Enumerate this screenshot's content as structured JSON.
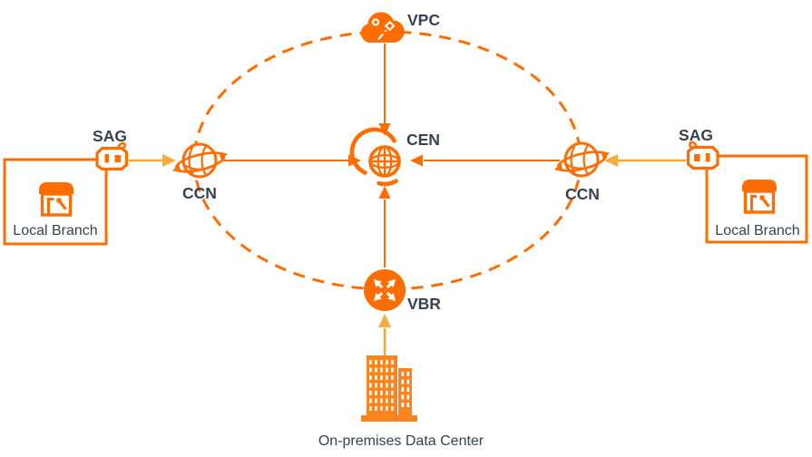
{
  "colors": {
    "accent_orange": "#FF6C00",
    "arrow_amber": "#FBA32A",
    "label_dark": "#36424F",
    "background": "#FFFFFF"
  },
  "nodes": {
    "vpc": {
      "label": "VPC",
      "icon": "cloud-icon"
    },
    "cen": {
      "label": "CEN",
      "icon": "globe-sync-icon"
    },
    "ccn_left": {
      "label": "CCN",
      "icon": "planet-ring-icon"
    },
    "ccn_right": {
      "label": "CCN",
      "icon": "planet-ring-icon"
    },
    "sag_left": {
      "label": "SAG",
      "icon": "gateway-box-icon"
    },
    "sag_right": {
      "label": "SAG",
      "icon": "gateway-box-icon"
    },
    "vbr": {
      "label": "VBR",
      "icon": "router-icon"
    },
    "branch_left": {
      "label": "Local Branch",
      "icon": "store-icon"
    },
    "branch_right": {
      "label": "Local Branch",
      "icon": "store-icon"
    },
    "datacenter": {
      "label": "On-premises Data Center",
      "icon": "building-icon"
    }
  },
  "edges": [
    {
      "from": "VPC",
      "to": "CEN",
      "style": "solid-orange-arrow"
    },
    {
      "from": "CCN (left)",
      "to": "CEN",
      "style": "solid-orange-arrow"
    },
    {
      "from": "CCN (right)",
      "to": "CEN",
      "style": "solid-orange-arrow"
    },
    {
      "from": "VBR",
      "to": "CEN",
      "style": "solid-orange-arrow"
    },
    {
      "from": "SAG (left)",
      "to": "CCN (left)",
      "style": "solid-amber-arrow"
    },
    {
      "from": "SAG (right)",
      "to": "CCN (right)",
      "style": "solid-amber-arrow"
    },
    {
      "from": "On-premises Data Center",
      "to": "VBR",
      "style": "solid-amber-arrow"
    },
    {
      "ring": "VPC - CCN (left) - VBR - CCN (right)",
      "style": "dashed-orange-ellipse"
    }
  ]
}
